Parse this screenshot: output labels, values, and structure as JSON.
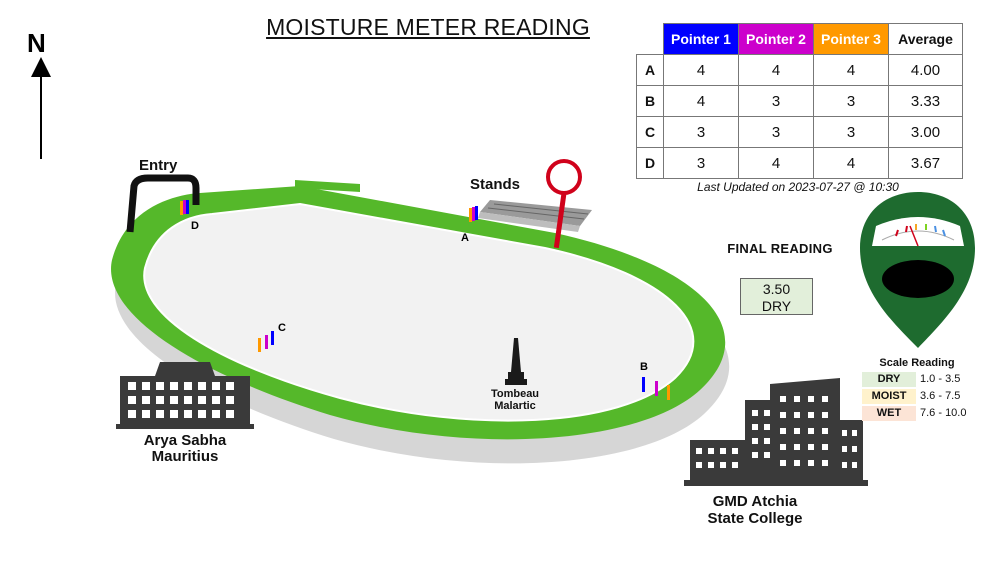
{
  "title": "MOISTURE METER READING",
  "compass": {
    "label": "N"
  },
  "track_labels": {
    "entry": "Entry",
    "stands": "Stands",
    "monument_line1": "Tombeau",
    "monument_line2": "Malartic",
    "school_left_line1": "Arya Sabha",
    "school_left_line2": "Mauritius",
    "school_right_line1": "GMD Atchia",
    "school_right_line2": "State College"
  },
  "points": [
    {
      "id": "A",
      "label": "A"
    },
    {
      "id": "B",
      "label": "B"
    },
    {
      "id": "C",
      "label": "C"
    },
    {
      "id": "D",
      "label": "D"
    }
  ],
  "table": {
    "headers": [
      "Pointer 1",
      "Pointer 2",
      "Pointer 3",
      "Average"
    ],
    "header_colors": [
      "#0000ff",
      "#cc00cc",
      "#ff9900",
      "#ffffff"
    ],
    "header_text_colors": [
      "#ffffff",
      "#ffffff",
      "#ffffff",
      "#111111"
    ],
    "rows": [
      {
        "label": "A",
        "values": [
          "4",
          "4",
          "4",
          "4.00"
        ]
      },
      {
        "label": "B",
        "values": [
          "4",
          "3",
          "3",
          "3.33"
        ]
      },
      {
        "label": "C",
        "values": [
          "3",
          "3",
          "3",
          "3.00"
        ]
      },
      {
        "label": "D",
        "values": [
          "3",
          "4",
          "4",
          "3.67"
        ]
      }
    ]
  },
  "last_updated": "Last Updated on 2023-07-27 @ 10:30",
  "final_reading": {
    "label": "FINAL READING",
    "value": "3.50",
    "status": "DRY"
  },
  "scale": {
    "title": "Scale Reading",
    "items": [
      {
        "name": "DRY",
        "range": "1.0 - 3.5",
        "color": "#e2efda"
      },
      {
        "name": "MOIST",
        "range": "3.6 - 7.5",
        "color": "#fff2cc"
      },
      {
        "name": "WET",
        "range": "7.6 - 10.0",
        "color": "#fce4d6"
      }
    ]
  },
  "colors": {
    "track_green": "#55b82a",
    "meter_green": "#1e6b2f",
    "building_gray": "#3a3a3a",
    "pointer_blue": "#0000ff",
    "pointer_purple": "#cc00cc",
    "pointer_orange": "#ff9900"
  }
}
